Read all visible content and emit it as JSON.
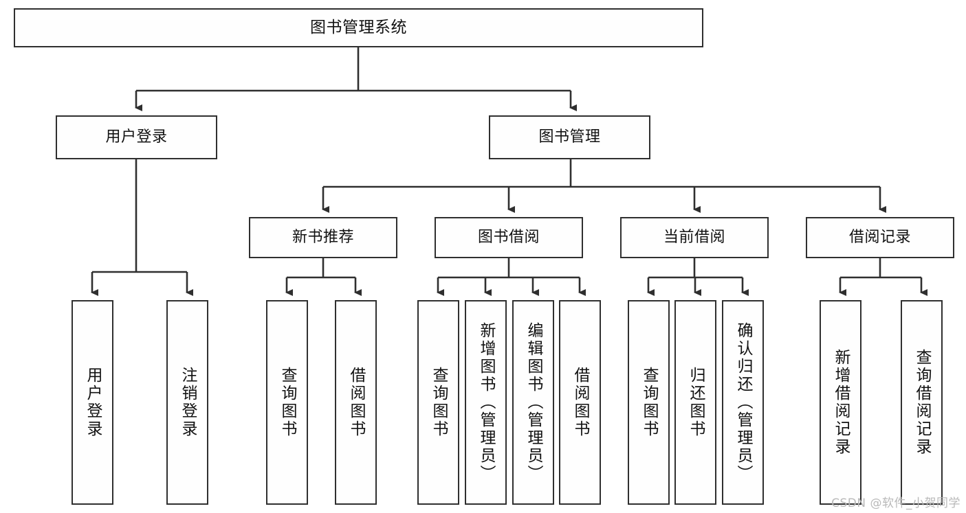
{
  "diagram": {
    "type": "tree-hierarchy",
    "title": "图书管理系统",
    "watermark": "CSDN @软件_小贺同学",
    "colors": {
      "box_border": "#2f2f2f",
      "box_fill": "#fefefe",
      "connector": "#2f2f2f",
      "text": "#111111",
      "watermark": "#b9b9b9"
    },
    "levels": {
      "root": "图书管理系统",
      "level2": [
        "用户登录",
        "图书管理"
      ],
      "level3": [
        "新书推荐",
        "图书借阅",
        "当前借阅",
        "借阅记录"
      ]
    },
    "nodes": {
      "root": {
        "label": "图书管理系统"
      },
      "user_login": {
        "label": "用户登录"
      },
      "book_manage": {
        "label": "图书管理"
      },
      "new_book_rec": {
        "label": "新书推荐"
      },
      "book_borrow": {
        "label": "图书借阅"
      },
      "current_borrow": {
        "label": "当前借阅"
      },
      "borrow_record": {
        "label": "借阅记录"
      },
      "leaf_user_login": {
        "label": "用户登录"
      },
      "leaf_logout": {
        "label": "注销登录"
      },
      "leaf_query_book_a": {
        "label": "查询图书"
      },
      "leaf_borrow_book_a": {
        "label": "借阅图书"
      },
      "leaf_query_book_b": {
        "label": "查询图书"
      },
      "leaf_add_book": {
        "label": "新增图书（管理员）"
      },
      "leaf_edit_book": {
        "label": "编辑图书（管理员）"
      },
      "leaf_borrow_book_b": {
        "label": "借阅图书"
      },
      "leaf_query_book_c": {
        "label": "查询图书"
      },
      "leaf_return_book": {
        "label": "归还图书"
      },
      "leaf_confirm_return": {
        "label": "确认归还（管理员）"
      },
      "leaf_add_record": {
        "label": "新增借阅记录"
      },
      "leaf_query_record": {
        "label": "查询借阅记录"
      }
    },
    "edges": [
      {
        "from": "root",
        "to": "user_login"
      },
      {
        "from": "root",
        "to": "book_manage"
      },
      {
        "from": "user_login",
        "to": "leaf_user_login"
      },
      {
        "from": "user_login",
        "to": "leaf_logout"
      },
      {
        "from": "book_manage",
        "to": "new_book_rec"
      },
      {
        "from": "book_manage",
        "to": "book_borrow"
      },
      {
        "from": "book_manage",
        "to": "current_borrow"
      },
      {
        "from": "book_manage",
        "to": "borrow_record"
      },
      {
        "from": "new_book_rec",
        "to": "leaf_query_book_a"
      },
      {
        "from": "new_book_rec",
        "to": "leaf_borrow_book_a"
      },
      {
        "from": "book_borrow",
        "to": "leaf_query_book_b"
      },
      {
        "from": "book_borrow",
        "to": "leaf_add_book"
      },
      {
        "from": "book_borrow",
        "to": "leaf_edit_book"
      },
      {
        "from": "book_borrow",
        "to": "leaf_borrow_book_b"
      },
      {
        "from": "current_borrow",
        "to": "leaf_query_book_c"
      },
      {
        "from": "current_borrow",
        "to": "leaf_return_book"
      },
      {
        "from": "current_borrow",
        "to": "leaf_confirm_return"
      },
      {
        "from": "borrow_record",
        "to": "leaf_add_record"
      },
      {
        "from": "borrow_record",
        "to": "leaf_query_record"
      }
    ]
  }
}
